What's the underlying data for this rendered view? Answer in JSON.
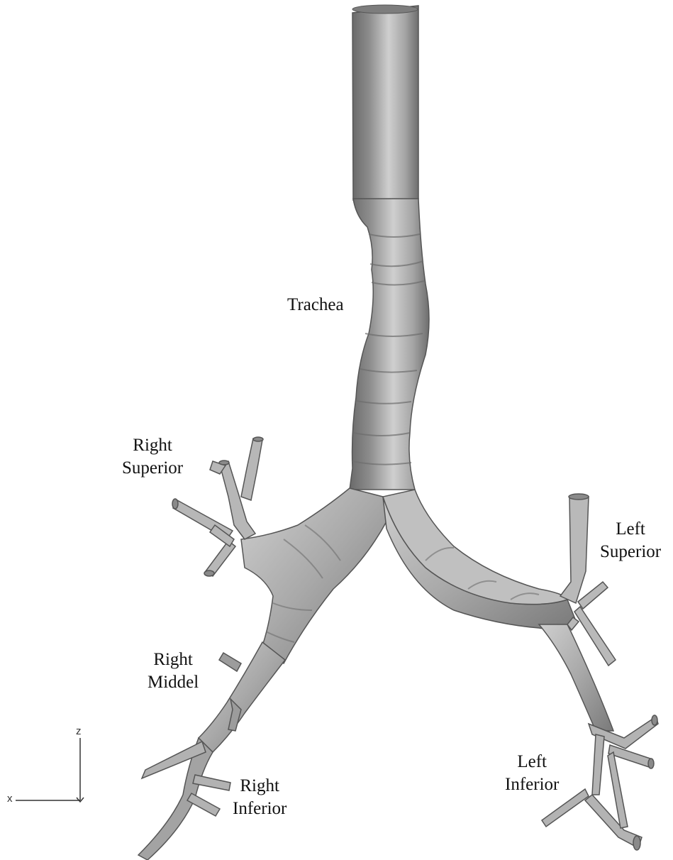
{
  "labels": {
    "trachea": "Trachea",
    "right_superior": [
      "Right",
      "Superior"
    ],
    "right_middel": [
      "Right",
      "Middel"
    ],
    "right_inferior": [
      "Right",
      "Inferior"
    ],
    "left_superior": [
      "Left",
      "Superior"
    ],
    "left_inferior": [
      "Left",
      "Inferior"
    ]
  },
  "axes": {
    "vertical": "z",
    "horizontal": "x"
  },
  "colors": {
    "background": "#ffffff",
    "tube_light": "#d0d0d0",
    "tube_mid": "#9a9a9a",
    "tube_dark": "#5e5e5e",
    "text": "#111111"
  }
}
